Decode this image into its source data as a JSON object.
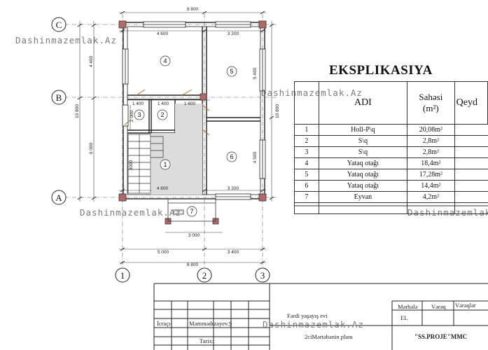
{
  "drawing": {
    "axis_rows": [
      "C",
      "B",
      "A"
    ],
    "axis_cols": [
      "1",
      "2",
      "3"
    ],
    "dims": {
      "top_total": "8 800",
      "top_left": "4 600",
      "top_right": "3 200",
      "mid_left": "4 600",
      "mid_right": "3 200",
      "bottom_left": "5 000",
      "bottom_right": "3 400",
      "bottom_total": "8 800",
      "porch": "3 000",
      "left_total": "10 800",
      "left_upper": "4 400",
      "left_lower": "6 000",
      "right_total": "10 800",
      "right_upper": "5 400",
      "right_lower": "4 500",
      "small_left": "1 400",
      "small_mid": "1 400",
      "small_right": "1 600",
      "small_vert": "2 000",
      "stair_vert": "3000"
    },
    "rooms": [
      "1",
      "2",
      "3",
      "4",
      "5",
      "6",
      "7"
    ]
  },
  "watermark": "Dashinmazemlak.Az",
  "explication": {
    "title": "EKSPLIKASIYA",
    "headers": {
      "name": "ADI",
      "area_top": "Sahəsi",
      "area_unit": "(m²)",
      "qty": "Qeyd"
    },
    "rows": [
      {
        "no": "1",
        "name": "Holl-P\\q",
        "area": "20,08m²"
      },
      {
        "no": "2",
        "name": "S\\q",
        "area": "2,8m²"
      },
      {
        "no": "3",
        "name": "S\\q",
        "area": "2,8m²"
      },
      {
        "no": "4",
        "name": "Yataq otağı",
        "area": "18,4m²"
      },
      {
        "no": "5",
        "name": "Yataq otağı",
        "area": "17,28m²"
      },
      {
        "no": "6",
        "name": "Yataq otağı",
        "area": "14,4m²"
      },
      {
        "no": "7",
        "name": "Eyvan",
        "area": "4,2m²"
      }
    ]
  },
  "title_block": {
    "project": "Fərdi yaşayış evi",
    "sheet": "2ciMərtəbənin planı",
    "stage_label": "Mərhələ",
    "sheet_label": "Vərəq",
    "sheets_label": "Vərəqlər",
    "stage_value": "EL",
    "company": "\"SS.PROJE\"MMC",
    "executor_label": "İcraçı-",
    "executor_name": "Məmmədrzayev.Ş",
    "date_label": "Tarix:"
  }
}
